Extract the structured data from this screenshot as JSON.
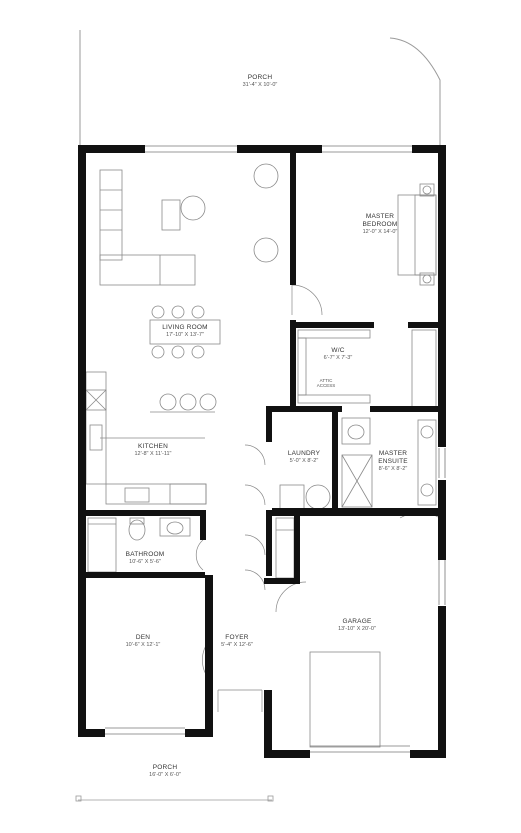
{
  "colors": {
    "wall": "#111111",
    "furniture": "#8a8a8a",
    "text": "#333333"
  },
  "rooms": {
    "porch_top": {
      "name": "PORCH",
      "dims": "31'-4\" X 10'-0\""
    },
    "master_bedroom": {
      "name_line1": "MASTER",
      "name_line2": "BEDROOM",
      "dims": "12'-0\" X 14'-0\""
    },
    "living_room": {
      "name": "LIVING ROOM",
      "dims": "17'-10\" X 13'-7\""
    },
    "wic": {
      "name": "W/C",
      "dims": "6'-7\" X 7'-3\""
    },
    "attic": {
      "line1": "ATTIC",
      "line2": "ACCESS"
    },
    "kitchen": {
      "name": "KITCHEN",
      "dims": "12'-8\" X 11'-11\""
    },
    "laundry": {
      "name": "LAUNDRY",
      "dims": "5'-0\" X 8'-2\""
    },
    "master_ensuite": {
      "name_line1": "MASTER",
      "name_line2": "ENSUITE",
      "dims": "8'-6\" X 8'-2\""
    },
    "bathroom": {
      "name": "BATHROOM",
      "dims": "10'-6\" X 5'-6\""
    },
    "den": {
      "name": "DEN",
      "dims": "10'-6\" X 12'-1\""
    },
    "foyer": {
      "name": "FOYER",
      "dims": "5'-4\" X 12'-6\""
    },
    "garage": {
      "name": "GARAGE",
      "dims": "13'-10\" X 20'-0\""
    },
    "porch_bottom": {
      "name": "PORCH",
      "dims": "16'-0\" X 6'-0\""
    }
  }
}
